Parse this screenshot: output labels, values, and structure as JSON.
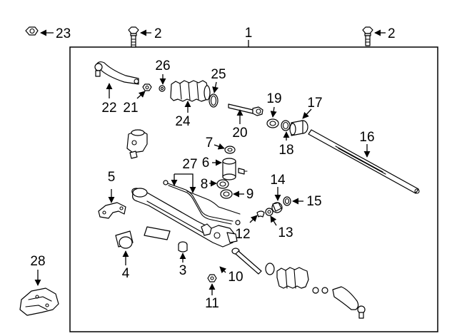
{
  "diagram": {
    "callouts": {
      "c1": "1",
      "c2a": "2",
      "c2b": "2",
      "c3": "3",
      "c4": "4",
      "c5": "5",
      "c6": "6",
      "c7": "7",
      "c8": "8",
      "c9": "9",
      "c10": "10",
      "c11": "11",
      "c12": "12",
      "c13": "13",
      "c14": "14",
      "c15": "15",
      "c16": "16",
      "c17": "17",
      "c18": "18",
      "c19": "19",
      "c20": "20",
      "c21": "21",
      "c22": "22",
      "c23": "23",
      "c24": "24",
      "c25": "25",
      "c26": "26",
      "c27": "27",
      "c28": "28"
    }
  }
}
